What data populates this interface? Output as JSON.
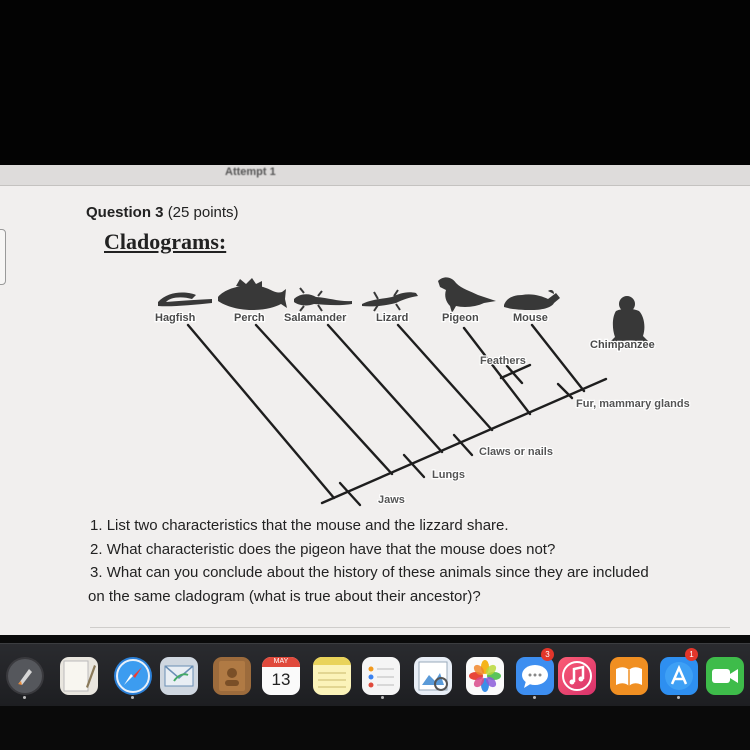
{
  "page": {
    "tab_title": "Attempt 1",
    "question": {
      "label": "Question 3",
      "points": "(25 points)",
      "title": "Cladograms:"
    }
  },
  "cladogram": {
    "taxa": [
      "Hagfish",
      "Perch",
      "Salamander",
      "Lizard",
      "Pigeon",
      "Mouse",
      "Chimpanzee"
    ],
    "traits": [
      "Jaws",
      "Lungs",
      "Claws or nails",
      "Feathers",
      "Fur, mammary glands"
    ]
  },
  "questions": [
    {
      "num": "1.",
      "text": "List two characteristics that the mouse and the lizzard share."
    },
    {
      "num": "2.",
      "text": "What characteristic does the pigeon have that the mouse does not?"
    },
    {
      "num": "3.",
      "text": "What can you conclude about the history of these animals since they are included",
      "text2": "on the same cladogram (what is true about their ancestor)?"
    }
  ],
  "dock": {
    "items": [
      "launchpad-icon",
      "notes-icon",
      "safari-icon",
      "mail-icon",
      "contacts-icon",
      "calendar-icon",
      "notepad-icon",
      "reminders-icon",
      "preview-icon",
      "photos-icon",
      "messages-icon",
      "itunes-icon",
      "ibooks-icon",
      "app-store-icon",
      "facetime-icon"
    ],
    "calendar": {
      "month": "MAY",
      "day": "13"
    },
    "badges": {
      "messages": "3",
      "app_store": "1"
    }
  }
}
